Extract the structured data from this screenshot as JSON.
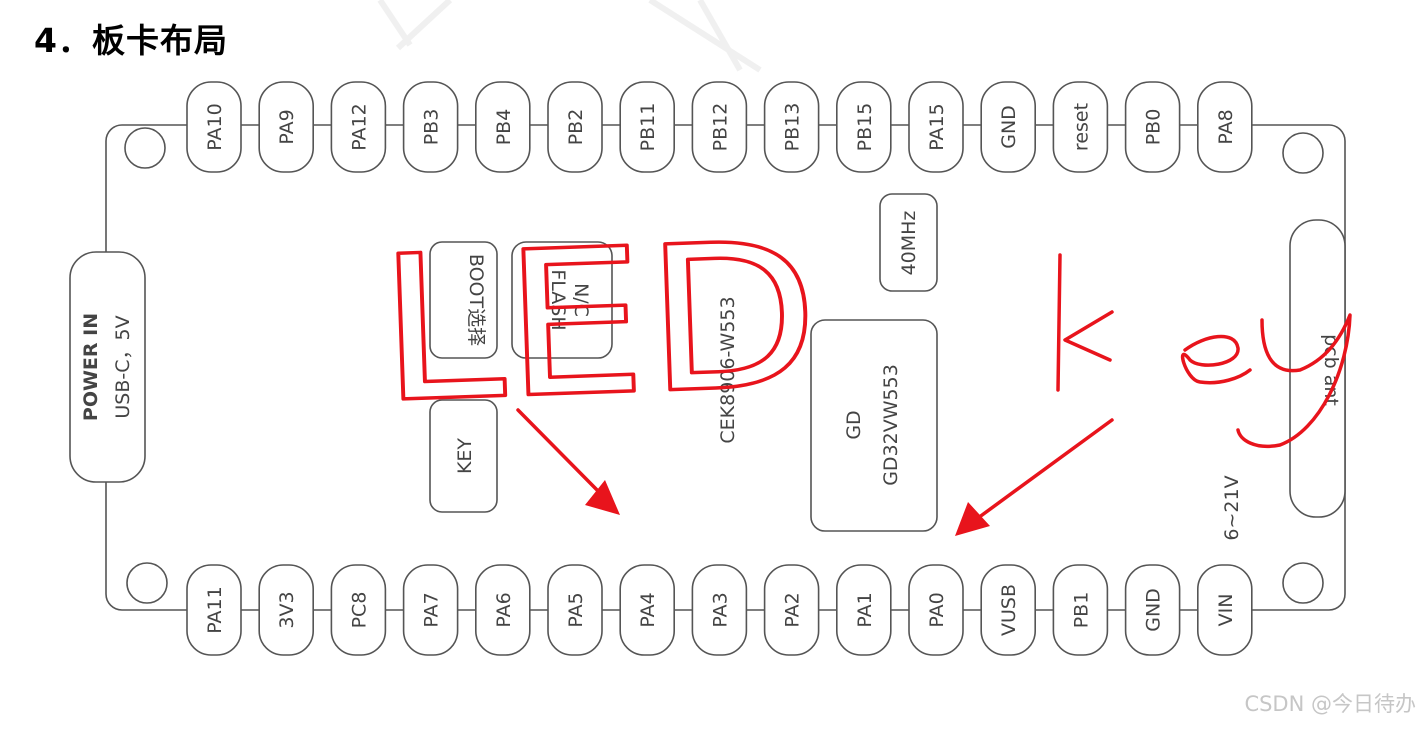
{
  "title": "4．板卡布局",
  "watermark": "CSDN @今日待办",
  "top_pins": [
    "PA10",
    "PA9",
    "PA12",
    "PB3",
    "PB4",
    "PB2",
    "PB11",
    "PB12",
    "PB13",
    "PB15",
    "PA15",
    "GND",
    "reset",
    "PB0",
    "PA8"
  ],
  "bottom_pins": [
    "PA11",
    "3V3",
    "PC8",
    "PA7",
    "PA6",
    "PA5",
    "PA4",
    "PA3",
    "PA2",
    "PA1",
    "PA0",
    "VUSB",
    "PB1",
    "GND",
    "VIN"
  ],
  "power": {
    "title": "POWER IN",
    "sub": "USB-C，5V"
  },
  "boot": "BOOT选择",
  "flash": {
    "line1": "FLASH",
    "line2": "N/C"
  },
  "key": "KEY",
  "module": "CEK8906-W553",
  "crystal": "40MHz",
  "chip": {
    "line1": "GD",
    "line2": "GD32VW553"
  },
  "antenna": "pcb ant",
  "vin_range": "6~21V",
  "annotations": {
    "left": "LED",
    "right": "key",
    "color": "#e8141c"
  }
}
